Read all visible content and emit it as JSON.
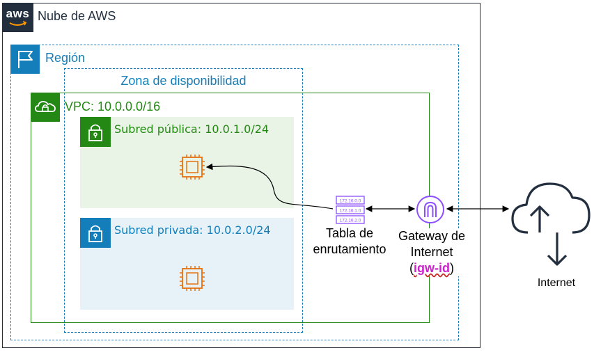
{
  "cloud": {
    "logo_text": "aws",
    "label": "Nube de AWS"
  },
  "region": {
    "label": "Región"
  },
  "availability_zone": {
    "label": "Zona de disponibilidad"
  },
  "vpc": {
    "label": "VPC: 10.0.0.0/16"
  },
  "public_subnet": {
    "label": "Subred pública: 10.0.1.0/24"
  },
  "private_subnet": {
    "label": "Subred privada: 10.0.2.0/24"
  },
  "route_table": {
    "line1": "Tabla de",
    "line2": "enrutamiento",
    "entries": [
      "172.16.0.0",
      "172.16.1.0",
      "172.16.2.0"
    ]
  },
  "internet_gateway": {
    "line1": "Gateway de",
    "line2": "Internet",
    "open_paren": "(",
    "id": "igw-id",
    "close_paren": ")"
  },
  "internet": {
    "label": "Internet"
  },
  "colors": {
    "aws_dark": "#232F3E",
    "region_blue": "#147EBA",
    "vpc_green": "#248814",
    "public_fill": "#E9F3E6",
    "private_fill": "#E6F2F8",
    "ec2_orange": "#E7700D",
    "igw_purple": "#8C4FFF",
    "route_purple": "#8C4FFF"
  }
}
